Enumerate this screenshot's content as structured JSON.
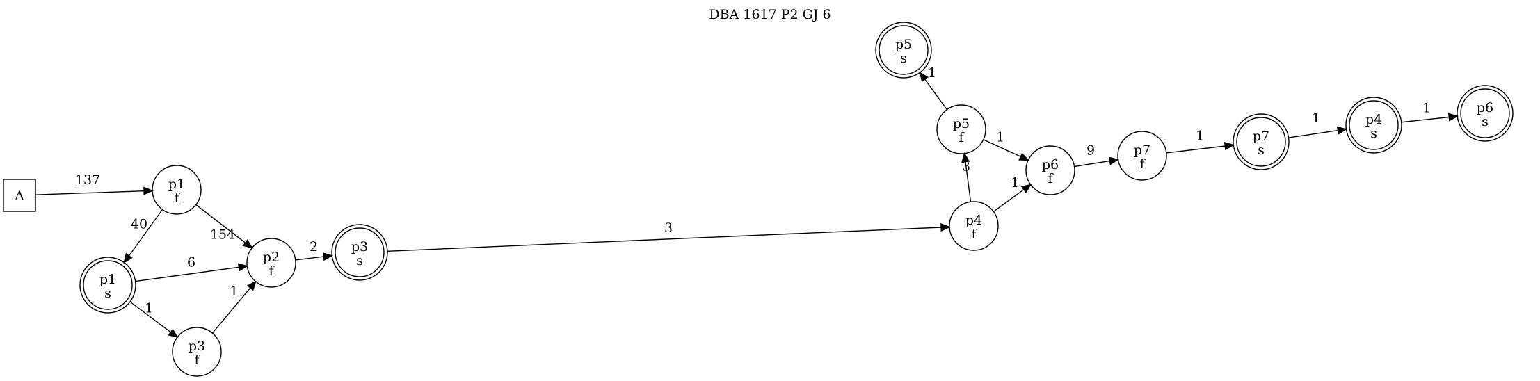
{
  "diagram": {
    "title": "DBA 1617 P2 GJ 6",
    "nodes": [
      {
        "id": "A",
        "shape": "box",
        "line1": "A",
        "line2": ""
      },
      {
        "id": "p1f",
        "shape": "circle",
        "line1": "p1",
        "line2": "f"
      },
      {
        "id": "p1s",
        "shape": "doublecircle",
        "line1": "p1",
        "line2": "s"
      },
      {
        "id": "p2f",
        "shape": "circle",
        "line1": "p2",
        "line2": "f"
      },
      {
        "id": "p3f",
        "shape": "circle",
        "line1": "p3",
        "line2": "f"
      },
      {
        "id": "p3s",
        "shape": "doublecircle",
        "line1": "p3",
        "line2": "s"
      },
      {
        "id": "p4f",
        "shape": "circle",
        "line1": "p4",
        "line2": "f"
      },
      {
        "id": "p5f",
        "shape": "circle",
        "line1": "p5",
        "line2": "f"
      },
      {
        "id": "p5s",
        "shape": "doublecircle",
        "line1": "p5",
        "line2": "s"
      },
      {
        "id": "p6f",
        "shape": "circle",
        "line1": "p6",
        "line2": "f"
      },
      {
        "id": "p7f",
        "shape": "circle",
        "line1": "p7",
        "line2": "f"
      },
      {
        "id": "p7s",
        "shape": "doublecircle",
        "line1": "p7",
        "line2": "s"
      },
      {
        "id": "p4s",
        "shape": "doublecircle",
        "line1": "p4",
        "line2": "s"
      },
      {
        "id": "p6s",
        "shape": "doublecircle",
        "line1": "p6",
        "line2": "s"
      }
    ],
    "edges": [
      {
        "from": "A",
        "to": "p1f",
        "label": "137"
      },
      {
        "from": "p1f",
        "to": "p1s",
        "label": "40"
      },
      {
        "from": "p1f",
        "to": "p2f",
        "label": "154"
      },
      {
        "from": "p1s",
        "to": "p2f",
        "label": "6"
      },
      {
        "from": "p1s",
        "to": "p3f",
        "label": "1"
      },
      {
        "from": "p3f",
        "to": "p2f",
        "label": "1"
      },
      {
        "from": "p2f",
        "to": "p3s",
        "label": "2"
      },
      {
        "from": "p3s",
        "to": "p4f",
        "label": "3"
      },
      {
        "from": "p4f",
        "to": "p5f",
        "label": "3"
      },
      {
        "from": "p4f",
        "to": "p6f",
        "label": "1"
      },
      {
        "from": "p5f",
        "to": "p5s",
        "label": "1"
      },
      {
        "from": "p5f",
        "to": "p6f",
        "label": "1"
      },
      {
        "from": "p6f",
        "to": "p7f",
        "label": "9"
      },
      {
        "from": "p7f",
        "to": "p7s",
        "label": "1"
      },
      {
        "from": "p7s",
        "to": "p4s",
        "label": "1"
      },
      {
        "from": "p4s",
        "to": "p6s",
        "label": "1"
      }
    ]
  }
}
